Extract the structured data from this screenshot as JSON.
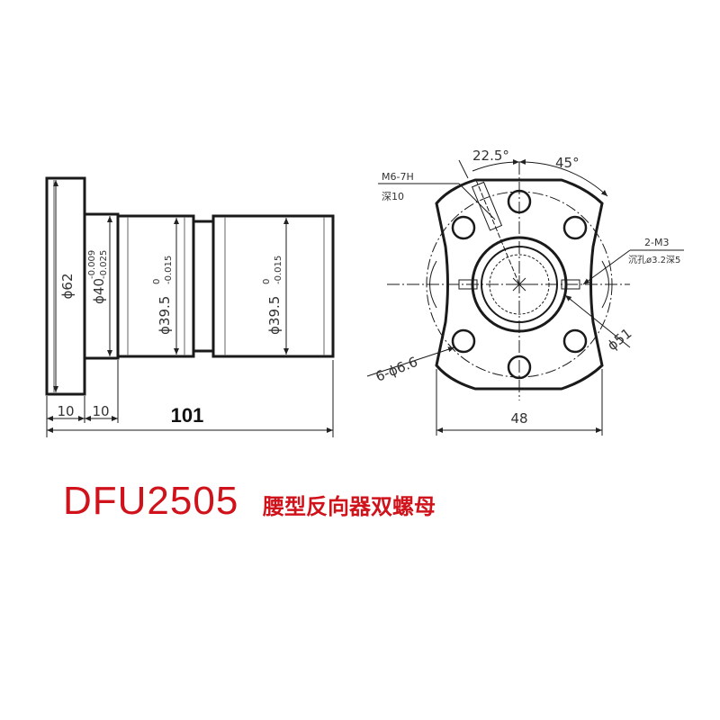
{
  "side_view": {
    "dims": {
      "flange_dia": "ϕ62",
      "step_dia": "ϕ40",
      "step_tol_upper": "-0.009",
      "step_tol_lower": "-0.025",
      "body1_dia": "ϕ39.5",
      "body2_dia": "ϕ39.5",
      "body_tol_upper": "0",
      "body_tol_lower": "-0.015",
      "flange_thk": "10",
      "step_len": "10",
      "total_len": "101"
    }
  },
  "front_view": {
    "dims": {
      "lube_thread": "M6-7H",
      "lube_depth": "深10",
      "angle_a": "22.5°",
      "angle_b": "45°",
      "tap_holes": "2-M3",
      "tap_depth": "沉孔ø3.2深5",
      "bolt_holes": "6-ϕ6.6",
      "pcd": "ϕ51",
      "width": "48"
    }
  },
  "caption": {
    "model": "DFU2505",
    "description": "腰型反向器双螺母"
  },
  "colors": {
    "line": "#1a1a1a",
    "caption": "#d0121b"
  }
}
